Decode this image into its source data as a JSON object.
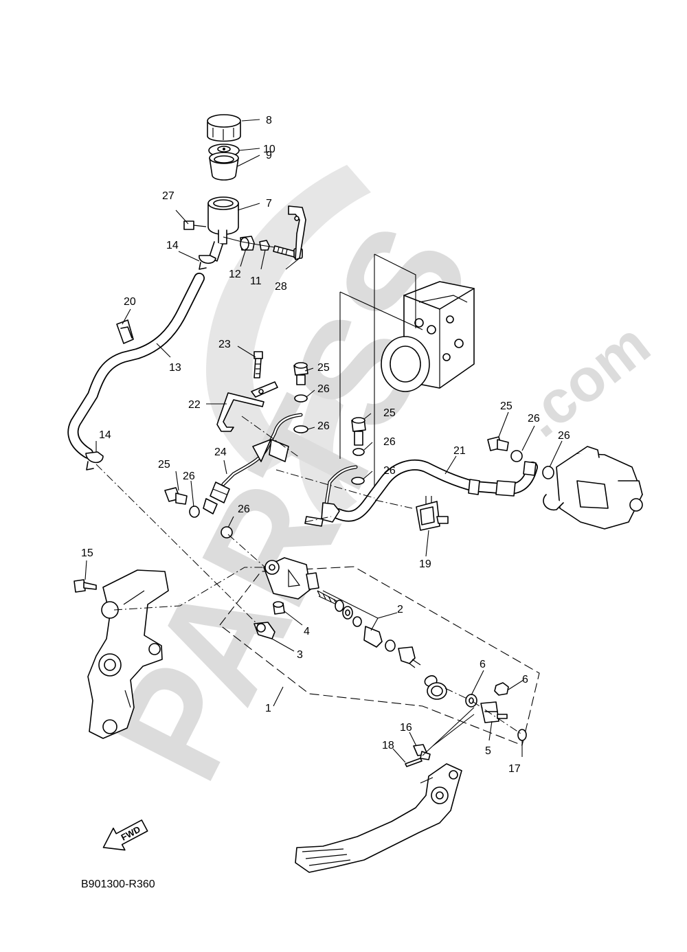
{
  "watermark": {
    "brand": "PARTSS",
    "suffix": ".com",
    "color": "#dcdcdc"
  },
  "diagram_code": "B901300-R360",
  "fwd_arrow": {
    "label": "FWD",
    "icon": "forward-arrow-icon"
  },
  "callouts": {
    "c1": "1",
    "c2": "2",
    "c3": "3",
    "c4": "4",
    "c5": "5",
    "c6a": "6",
    "c6b": "6",
    "c7": "7",
    "c8": "8",
    "c9": "9",
    "c10": "10",
    "c11": "11",
    "c12": "12",
    "c13": "13",
    "c14a": "14",
    "c14b": "14",
    "c15": "15",
    "c16": "16",
    "c17": "17",
    "c18": "18",
    "c19": "19",
    "c20": "20",
    "c21": "21",
    "c22": "22",
    "c23": "23",
    "c24": "24",
    "c25a": "25",
    "c25b": "25",
    "c25c": "25",
    "c25d": "25",
    "c26a": "26",
    "c26b": "26",
    "c26c": "26",
    "c26d": "26",
    "c26e": "26",
    "c26f": "26",
    "c26g": "26",
    "c27": "27",
    "c28": "28"
  }
}
